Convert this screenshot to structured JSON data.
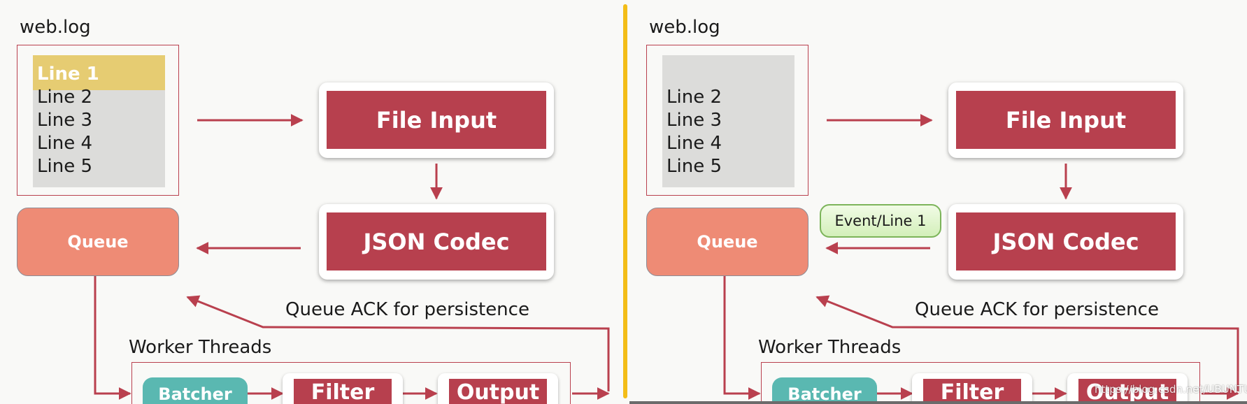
{
  "left": {
    "file": {
      "title": "web.log",
      "lines": [
        "Line 1",
        "Line 2",
        "Line 3",
        "Line 4",
        "Line 5"
      ]
    },
    "stages": {
      "file_input": "File Input",
      "json_codec": "JSON Codec"
    },
    "queue": "Queue",
    "ack_label": "Queue ACK for persistence",
    "workers": {
      "title": "Worker Threads",
      "batcher": "Batcher",
      "filter": "Filter",
      "output": "Output"
    }
  },
  "right": {
    "file": {
      "title": "web.log",
      "lines": [
        "Line 2",
        "Line 3",
        "Line 4",
        "Line 5"
      ]
    },
    "stages": {
      "file_input": "File Input",
      "json_codec": "JSON Codec"
    },
    "event": "Event/Line 1",
    "queue": "Queue",
    "ack_label": "Queue ACK for persistence",
    "workers": {
      "title": "Worker Threads",
      "batcher": "Batcher",
      "filter": "Filter",
      "output": "Output"
    }
  },
  "watermark": "https://blog.csdn.net/UBUNTU",
  "colors": {
    "stage": "#b7404e",
    "queue": "#ee8b75",
    "batcher": "#5ab8b1",
    "highlight": "#e6cc72",
    "divider": "#f3bd18",
    "arrow": "#b9404e"
  }
}
